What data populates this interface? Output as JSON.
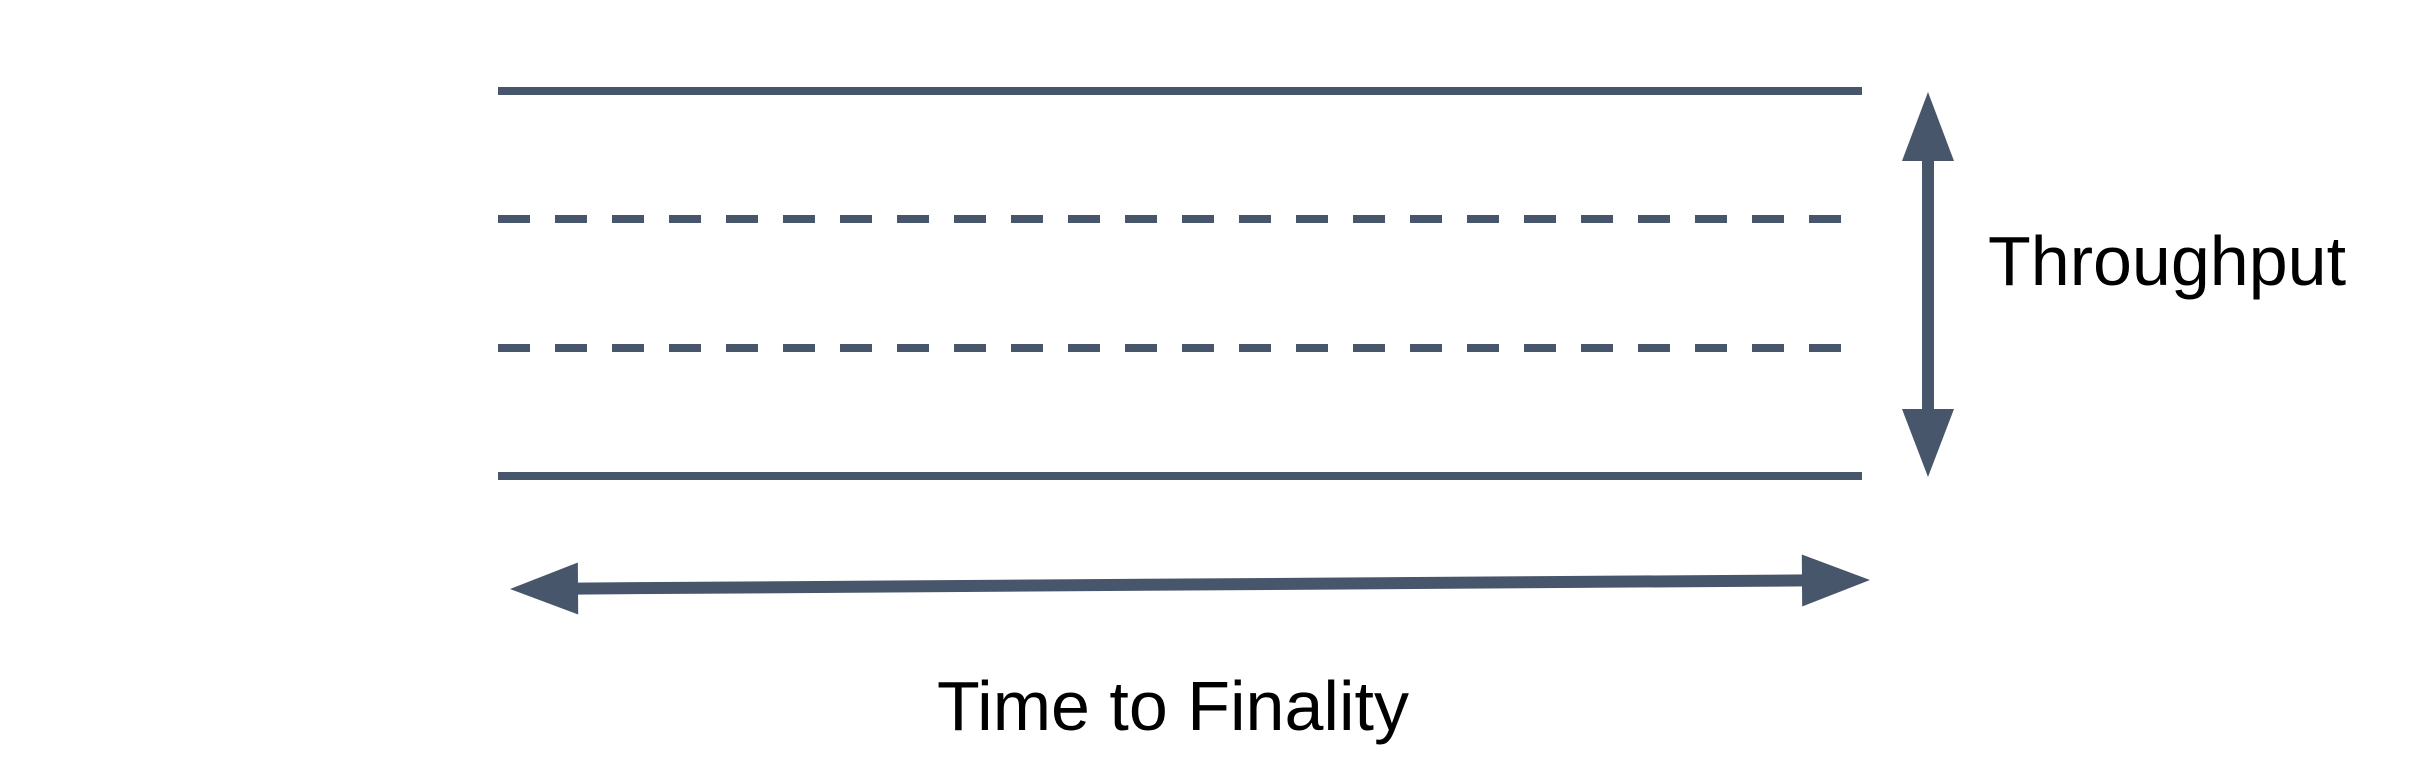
{
  "diagram": {
    "labels": {
      "throughput": "Throughput",
      "time_to_finality": "Time to Finality"
    },
    "colors": {
      "line": "#47566b",
      "arrow": "#47566b",
      "text": "#000000",
      "background": "#ffffff"
    },
    "icons": {
      "vertical_double_arrow": "up-down-arrow",
      "horizontal_double_arrow": "left-right-arrow"
    },
    "lanes": {
      "styles": [
        "solid",
        "dashed",
        "dashed",
        "solid"
      ]
    }
  }
}
